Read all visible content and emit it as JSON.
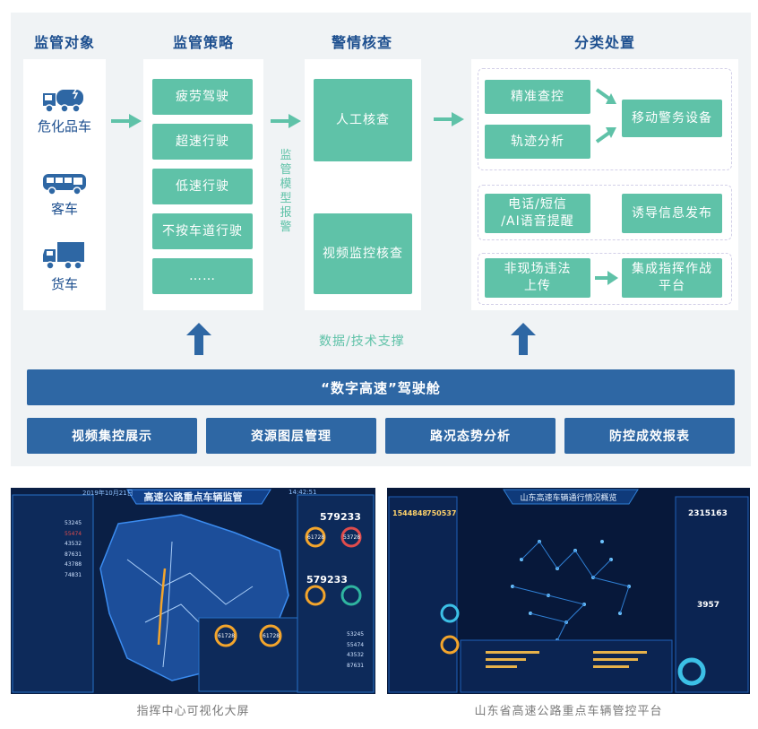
{
  "columns": {
    "objects_title": "监管对象",
    "strategy_title": "监管策略",
    "alert_title": "警情核查",
    "disposal_title": "分类处置"
  },
  "vehicles": [
    {
      "icon": "hazmat-truck-icon",
      "label": "危化品车"
    },
    {
      "icon": "bus-icon",
      "label": "客车"
    },
    {
      "icon": "cargo-truck-icon",
      "label": "货车"
    }
  ],
  "strategies": [
    "疲劳驾驶",
    "超速行驶",
    "低速行驶",
    "不按车道行驶",
    "……"
  ],
  "model_alert_text": "监管模型报警",
  "checks": [
    "人工核查",
    "视频监控核查"
  ],
  "disposal": {
    "group1": [
      "精准查控",
      "轨迹分析"
    ],
    "group1_target": "移动警务设备",
    "group2": [
      "电话/短信\n/AI语音提醒",
      "诱导信息发布"
    ],
    "group3": [
      "非现场违法\n上传",
      "集成指挥作战\n平台"
    ]
  },
  "support_text": "数据/技术支撑",
  "cockpit": "“数字高速”驾驶舱",
  "modules": [
    "视频集控展示",
    "资源图层管理",
    "路况态势分析",
    "防控成效报表"
  ],
  "screens": [
    {
      "caption": "指挥中心可视化大屏",
      "title": "高速公路重点车辆监管",
      "date": "2019年10月21日",
      "time": "14:42:51",
      "big_number": "579233",
      "ring_values": [
        "61728",
        "53728"
      ],
      "table_values": [
        "53245",
        "55474",
        "43532",
        "87631",
        "43788",
        "74831"
      ]
    },
    {
      "caption": "山东省高速公路重点车辆管控平台",
      "title": "山东高速车辆通行情况概览",
      "counters": [
        "1544848",
        "750537"
      ],
      "right_number": "2315163",
      "right_number2": "3957"
    }
  ],
  "colors": {
    "green": "#5fc2a8",
    "blue": "#2e67a4",
    "title": "#1d4f8f",
    "panel": "#f0f3f5"
  }
}
